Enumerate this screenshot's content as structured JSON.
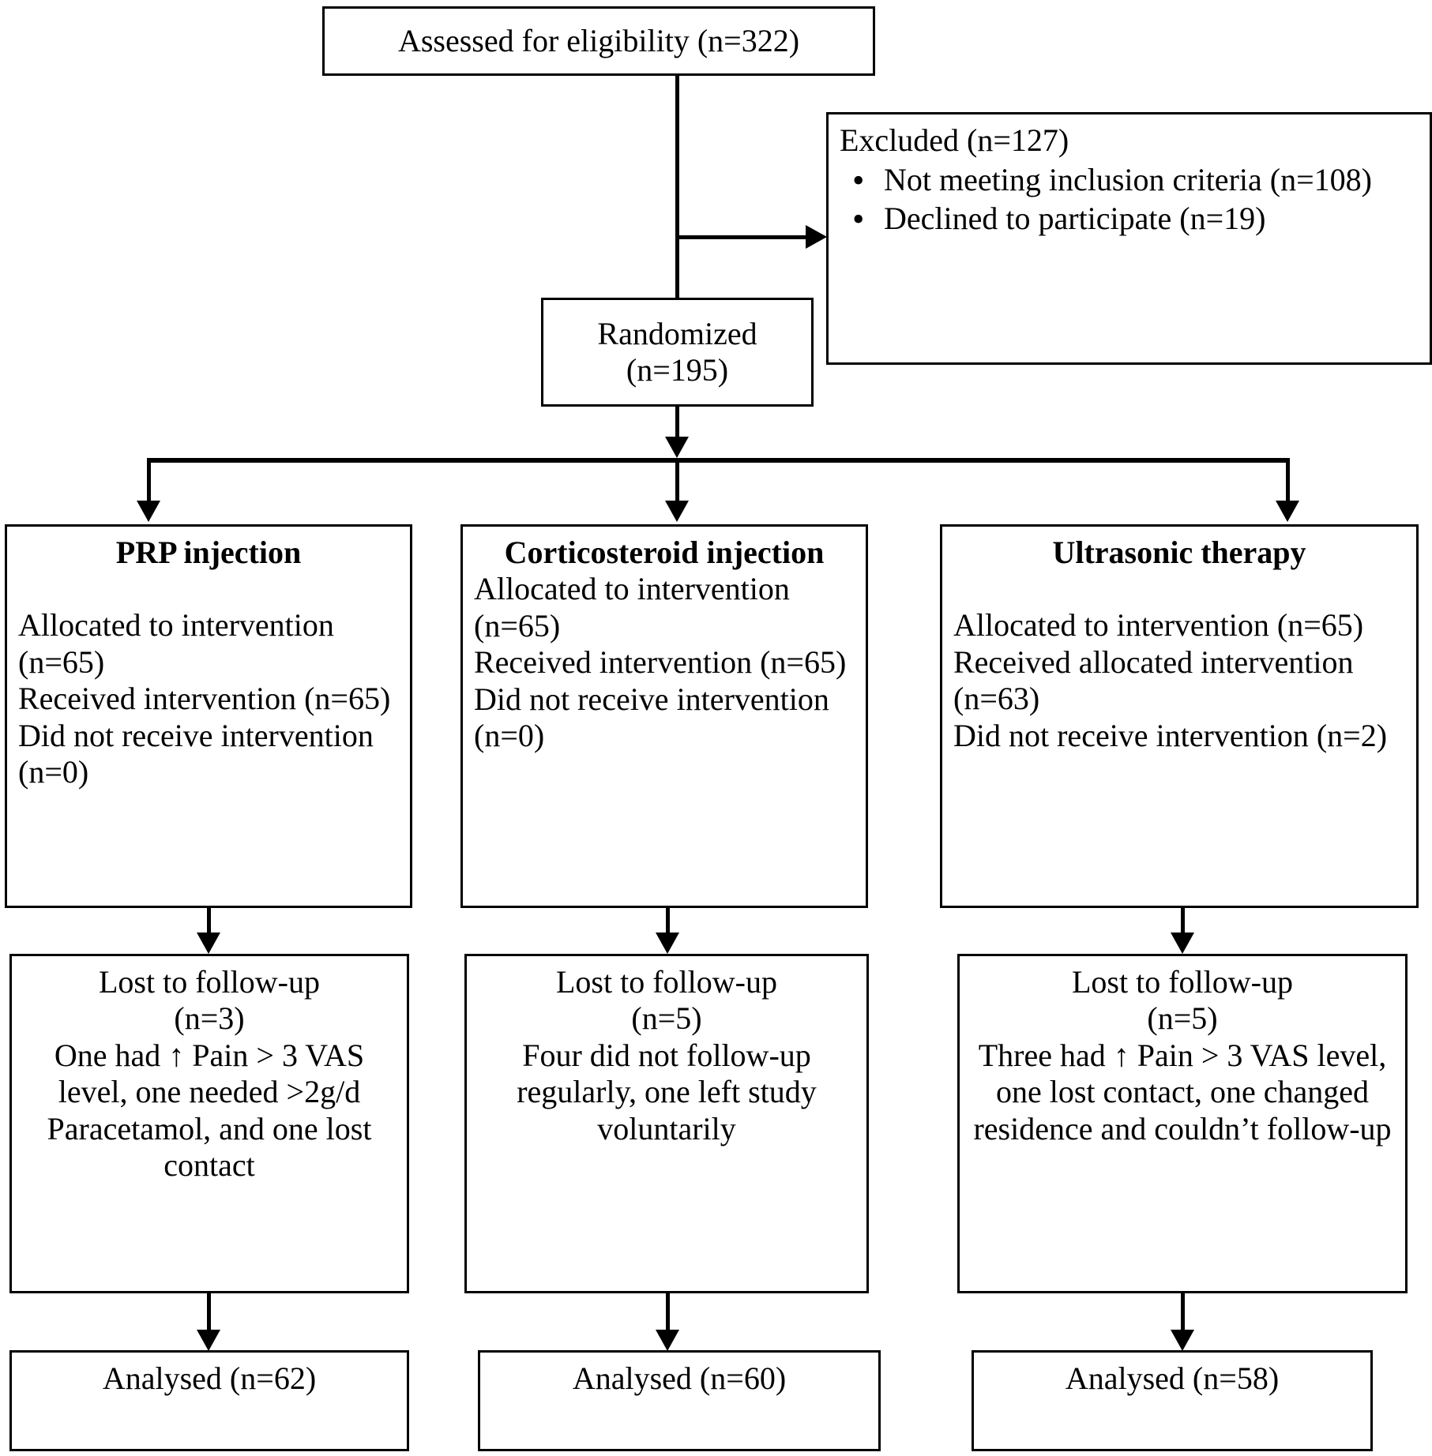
{
  "diagram": {
    "type": "consort-flow-diagram",
    "enrollment": {
      "assessed": "Assessed for eligibility (n=322)",
      "excluded_title": "Excluded (n=127)",
      "excluded_reasons": [
        "Not meeting inclusion criteria (n=108)",
        "Declined to participate (n=19)"
      ],
      "randomized": "Randomized\n(n=195)",
      "randomized_line1": "Randomized",
      "randomized_line2": "(n=195)"
    },
    "arms": [
      {
        "id": "prp",
        "title": "PRP injection",
        "allocation": "Allocated to intervention (n=65)\nReceived intervention (n=65)\nDid not receive intervention (n=0)",
        "allocation_lines": [
          "Allocated to intervention (n=65)",
          "Received intervention (n=65)",
          "Did not receive intervention (n=0)"
        ],
        "followup_title": "Lost to follow-up",
        "followup_count": "(n=3)",
        "followup_detail": "One had ↑ Pain > 3 VAS level, one needed >2g/d Paracetamol, and one lost contact",
        "analysed": "Analysed (n=62)"
      },
      {
        "id": "corticosteroid",
        "title": "Corticosteroid injection",
        "allocation": "Allocated to intervention (n=65)\nReceived intervention (n=65)\nDid not receive intervention (n=0)",
        "allocation_lines": [
          "Allocated to intervention (n=65)",
          "Received intervention (n=65)",
          "Did not receive intervention (n=0)"
        ],
        "followup_title": "Lost to follow-up",
        "followup_count": "(n=5)",
        "followup_detail": "Four did not follow-up regularly, one left study voluntarily",
        "analysed": "Analysed (n=60)"
      },
      {
        "id": "ultrasonic",
        "title": "Ultrasonic therapy",
        "allocation": "Allocated to intervention (n=65)\nReceived allocated intervention (n=63)\nDid not receive intervention (n=2)",
        "allocation_lines": [
          "Allocated to intervention (n=65)",
          "Received allocated intervention (n=63)",
          "Did not receive intervention (n=2)"
        ],
        "followup_title": "Lost to follow-up",
        "followup_count": "(n=5)",
        "followup_detail": "Three had ↑ Pain > 3 VAS level, one lost contact, one changed residence and couldn’t follow-up",
        "analysed": "Analysed (n=58)"
      }
    ],
    "colors": {
      "line": "#000000",
      "box_fill": "#ffffff",
      "text": "#000000"
    }
  }
}
